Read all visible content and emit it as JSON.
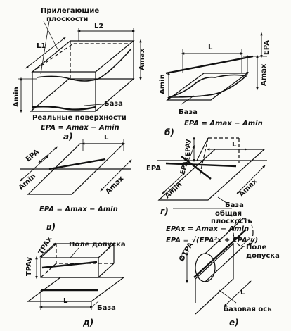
{
  "panel_a": {
    "label_adjacent": "Прилегающие",
    "label_planes": "плоскости",
    "l1": "L1",
    "l2": "L2",
    "amax": "Amax",
    "amin": "Amin",
    "base": "База",
    "real_surfaces": "Реальные поверхности",
    "equation": "EPA = Amax − Amin",
    "caption": "а)"
  },
  "panel_b": {
    "l": "L",
    "epa": "EPA",
    "amin": "Amin",
    "amax": "Amax",
    "base": "База",
    "equation": "EPA = Amax − Amin",
    "caption": "б)"
  },
  "panel_v": {
    "l": "L",
    "epa": "EPA",
    "amin": "Amin",
    "amax": "Amax",
    "equation": "EPA = Amax − Amin",
    "caption": "в)"
  },
  "panel_g": {
    "l": "L",
    "epa": "EPA",
    "epay": "EPAy",
    "epax": "EPAx",
    "amin": "Amin",
    "amax": "Amax",
    "base": "База",
    "common": "общая",
    "plane": "плоскость",
    "equation1": "EPAx = Amax − Amin",
    "equation2": "EPA = √(EPA²x + EPA²y)",
    "caption": "г)"
  },
  "panel_d": {
    "tpay": "TPAy",
    "tpax": "TPAx",
    "tolerance": "Поле допуска",
    "l": "L",
    "base": "База",
    "caption": "д)"
  },
  "panel_e": {
    "tpa": "ØTPA",
    "field": "Поле",
    "tolerance": "допуска",
    "l": "L",
    "base_axis": "базовая ось",
    "caption": "е)"
  }
}
